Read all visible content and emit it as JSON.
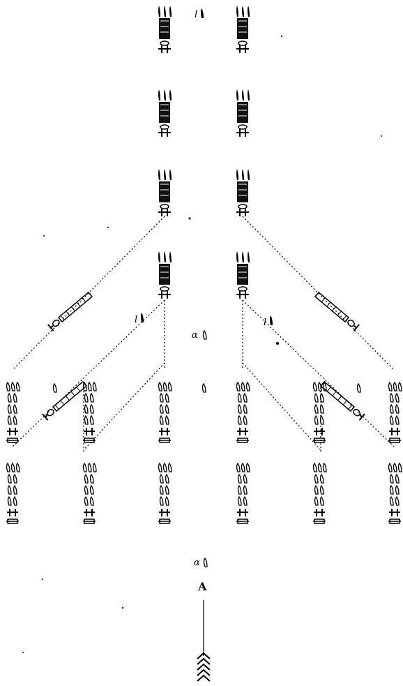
{
  "figure": {
    "labels": {
      "top_marker": "l",
      "left_marker": "l",
      "right_marker": "l",
      "center_marker": "α",
      "bottom_marker": "α",
      "arrow_letter": "A"
    },
    "colors": {
      "ink": "#000000",
      "background": "#ffffff"
    },
    "icons": {
      "troop_figure": "figure-icon",
      "cannon": "cannon-icon",
      "arrow_fletching": "arrow-fletching-icon"
    }
  }
}
